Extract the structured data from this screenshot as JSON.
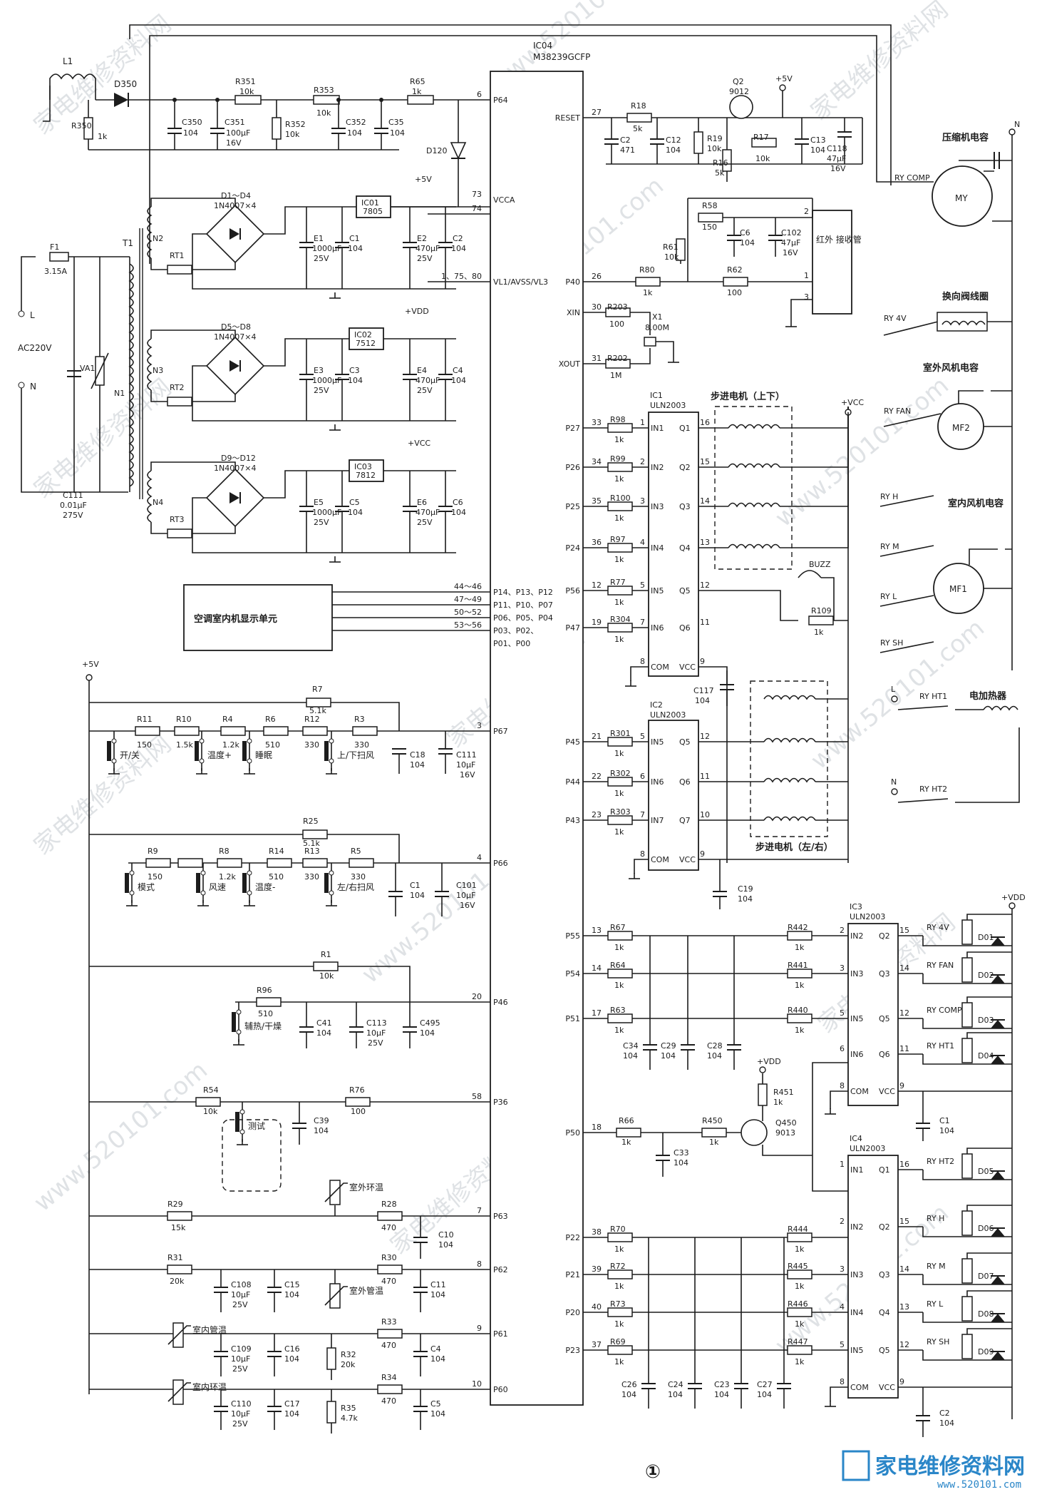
{
  "ic": {
    "mcu_name": "IC04",
    "mcu_part": "M38239GCFP",
    "ic1_name": "IC1",
    "ic1_part": "ULN2003",
    "ic2_name": "IC2",
    "ic2_part": "ULN2003",
    "ic3_name": "IC3",
    "ic3_part": "ULN2003",
    "ic4_name": "IC4",
    "ic4_part": "ULN2003",
    "reg1_name": "IC01",
    "reg1_part": "7805",
    "reg2_name": "IC02",
    "reg2_part": "7512",
    "reg3_name": "IC03",
    "reg3_part": "7812"
  },
  "mcu_pins_left": [
    {
      "num": "6",
      "name": "P64"
    },
    {
      "num": "73",
      "name": "VCCA"
    },
    {
      "num": "74",
      "name": ""
    },
    {
      "num": "1、75、80",
      "name": "VL1/AVSS/VL3"
    },
    {
      "num": "44～46",
      "name": "P14、P13、P12"
    },
    {
      "num": "47～49",
      "name": "P11、P10、P07"
    },
    {
      "num": "50～52",
      "name": "P06、P05、P04"
    },
    {
      "num": "53～56",
      "name": "P03、P02、"
    },
    {
      "num": "",
      "name": "P01、P00"
    },
    {
      "num": "3",
      "name": "P67"
    },
    {
      "num": "4",
      "name": "P66"
    },
    {
      "num": "20",
      "name": "P46"
    },
    {
      "num": "58",
      "name": "P36"
    },
    {
      "num": "7",
      "name": "P63"
    },
    {
      "num": "8",
      "name": "P62"
    },
    {
      "num": "9",
      "name": "P61"
    },
    {
      "num": "10",
      "name": "P60"
    }
  ],
  "mcu_pins_right": [
    {
      "num": "27",
      "name": "RESET"
    },
    {
      "num": "26",
      "name": "P40"
    },
    {
      "num": "30",
      "name": "XIN"
    },
    {
      "num": "31",
      "name": "XOUT"
    },
    {
      "num": "33",
      "name": "P27"
    },
    {
      "num": "34",
      "name": "P26"
    },
    {
      "num": "35",
      "name": "P25"
    },
    {
      "num": "36",
      "name": "P24"
    },
    {
      "num": "12",
      "name": "P56"
    },
    {
      "num": "19",
      "name": "P47"
    },
    {
      "num": "21",
      "name": "P45"
    },
    {
      "num": "22",
      "name": "P44"
    },
    {
      "num": "23",
      "name": "P43"
    },
    {
      "num": "13",
      "name": "P55"
    },
    {
      "num": "14",
      "name": "P54"
    },
    {
      "num": "17",
      "name": "P51"
    },
    {
      "num": "18",
      "name": "P50"
    },
    {
      "num": "38",
      "name": "P22"
    },
    {
      "num": "39",
      "name": "P21"
    },
    {
      "num": "40",
      "name": "P20"
    },
    {
      "num": "37",
      "name": "P23"
    }
  ],
  "ic1_pins": [
    {
      "in_num": "1",
      "in": "IN1",
      "out": "Q1",
      "out_num": "16"
    },
    {
      "in_num": "2",
      "in": "IN2",
      "out": "Q2",
      "out_num": "15"
    },
    {
      "in_num": "3",
      "in": "IN3",
      "out": "Q3",
      "out_num": "14"
    },
    {
      "in_num": "4",
      "in": "IN4",
      "out": "Q4",
      "out_num": "13"
    },
    {
      "in_num": "5",
      "in": "IN5",
      "out": "Q5",
      "out_num": "12"
    },
    {
      "in_num": "7",
      "in": "IN6",
      "out": "Q6",
      "out_num": "11"
    },
    {
      "in_num": "8",
      "in": "COM",
      "out": "VCC",
      "out_num": "9"
    }
  ],
  "ic2_pins": [
    {
      "in_num": "5",
      "in": "IN5",
      "out": "Q5",
      "out_num": "12"
    },
    {
      "in_num": "6",
      "in": "IN6",
      "out": "Q6",
      "out_num": "11"
    },
    {
      "in_num": "7",
      "in": "IN7",
      "out": "Q7",
      "out_num": "10"
    },
    {
      "in_num": "8",
      "in": "COM",
      "out": "VCC",
      "out_num": "9"
    }
  ],
  "ic3_pins": [
    {
      "in_num": "2",
      "in": "IN2",
      "out": "Q2",
      "out_num": "15"
    },
    {
      "in_num": "3",
      "in": "IN3",
      "out": "Q3",
      "out_num": "14"
    },
    {
      "in_num": "5",
      "in": "IN5",
      "out": "Q5",
      "out_num": "12"
    },
    {
      "in_num": "6",
      "in": "IN6",
      "out": "Q6",
      "out_num": "11"
    },
    {
      "in_num": "8",
      "in": "COM",
      "out": "VCC",
      "out_num": "9"
    }
  ],
  "ic4_pins": [
    {
      "in_num": "1",
      "in": "IN1",
      "out": "Q1",
      "out_num": "16"
    },
    {
      "in_num": "2",
      "in": "IN2",
      "out": "Q2",
      "out_num": "15"
    },
    {
      "in_num": "3",
      "in": "IN3",
      "out": "Q3",
      "out_num": "14"
    },
    {
      "in_num": "4",
      "in": "IN4",
      "out": "Q4",
      "out_num": "13"
    },
    {
      "in_num": "5",
      "in": "IN5",
      "out": "Q5",
      "out_num": "12"
    },
    {
      "in_num": "8",
      "in": "COM",
      "out": "VCC",
      "out_num": "9"
    }
  ],
  "power": {
    "L": "L1",
    "D350": "D350",
    "R350": "R350",
    "R350v": "1k",
    "R351": "R351",
    "R351v": "10k",
    "R353": "R353",
    "R353v": "10k",
    "R65": "R65",
    "R65v": "1k",
    "R352": "R352",
    "R352v": "10k",
    "C350": "C350",
    "C350v": "104",
    "C351": "C351",
    "C351v": "100μF",
    "C351v2": "16V",
    "C352": "C352",
    "C352v": "104",
    "C35": "C35",
    "C35v": "104",
    "D120": "D120",
    "F1": "F1",
    "F1v": "3.15A",
    "T1": "T1",
    "VA1": "VA1",
    "ac": "AC220V",
    "Lterm": "L",
    "Nterm": "N",
    "C111": "C111",
    "C111v": "0.01μF",
    "C111v2": "275V",
    "bridge1": "D1～D4",
    "bridge1v": "1N4007×4",
    "bridge2": "D5～D8",
    "bridge2v": "1N4007×4",
    "bridge3": "D9～D12",
    "bridge3v": "1N4007×4",
    "N1": "N1",
    "N2": "N2",
    "N3": "N3",
    "N4": "N4",
    "RT1": "RT1",
    "RT2": "RT2",
    "RT3": "RT3",
    "E1": "E1",
    "E1v": "1000μF",
    "E1v2": "25V",
    "C1": "C1",
    "C1v": "104",
    "E2": "E2",
    "E2v": "470μF",
    "E2v2": "25V",
    "C2": "C2",
    "C2v": "104",
    "E3": "E3",
    "E3v": "1000μF",
    "E3v2": "25V",
    "C3": "C3",
    "C3v": "104",
    "E4": "E4",
    "E4v": "470μF",
    "E4v2": "25V",
    "C4": "C4",
    "C4v": "104",
    "E5": "E5",
    "E5v": "1000μF",
    "E5v2": "25V",
    "C5": "C5",
    "C5v": "104",
    "E6": "E6",
    "E6v": "470μF",
    "E6v2": "25V",
    "C6": "C6",
    "C6v": "104",
    "p5v": "+5V",
    "pvdd": "+VDD",
    "pvcc": "+VCC"
  },
  "display_unit": "空调室内机显示单元",
  "keys": {
    "p5v": "+5V",
    "R7": "R7",
    "R7v": "5.1k",
    "R11": "R11",
    "R11v": "150",
    "R10": "R10",
    "R10v": "1.5k",
    "R4": "R4",
    "R4v": "1.2k",
    "R6": "R6",
    "R6v": "510",
    "R12": "R12",
    "R12v": "330",
    "R3": "R3",
    "R3v": "330",
    "C18": "C18",
    "C18v": "104",
    "C111b": "C111",
    "C111bv": "10μF",
    "C111bv2": "16V",
    "k_power": "开/关",
    "k_temp_up": "温度+",
    "k_sleep": "睡眠",
    "k_swing_ud": "上/下扫风",
    "R25": "R25",
    "R25v": "5.1k",
    "R9": "R9",
    "R9v": "150",
    "R8": "R8",
    "R8v": "1.2k",
    "R14": "R14",
    "R14v": "510",
    "R13": "R13",
    "R13v": "330",
    "R5": "R5",
    "R5v": "330",
    "C1k": "C1",
    "C1kv": "104",
    "C101": "C101",
    "C101v": "10μF",
    "C101v2": "16V",
    "k_mode": "模式",
    "k_fan": "风速",
    "k_temp_dn": "温度-",
    "k_swing_lr": "左/右扫风",
    "R1": "R1",
    "R1v": "10k",
    "R96": "R96",
    "R96v": "510",
    "C41": "C41",
    "C41v": "104",
    "C113": "C113",
    "C113v": "10μF",
    "C113v2": "25V",
    "C495": "C495",
    "C495v": "104",
    "k_heat": "辅热/干燥",
    "R54": "R54",
    "R54v": "10k",
    "R76": "R76",
    "R76v": "100",
    "C39": "C39",
    "C39v": "104",
    "k_test": "测试"
  },
  "sensors": {
    "R29": "R29",
    "R29v": "15k",
    "R28": "R28",
    "R28v": "470",
    "C10": "C10",
    "C10v": "104",
    "s_out_amb": "室外环温",
    "R31": "R31",
    "R31v": "20k",
    "C108": "C108",
    "C108v": "10μF",
    "C108v2": "25V",
    "C15": "C15",
    "C15v": "104",
    "R30": "R30",
    "R30v": "470",
    "C11": "C11",
    "C11v": "104",
    "s_out_pipe": "室外管温",
    "s_in_pipe": "室内管温",
    "C109": "C109",
    "C109v": "10μF",
    "C109v2": "25V",
    "C16": "C16",
    "C16v": "104",
    "R32": "R32",
    "R32v": "20k",
    "R33": "R33",
    "R33v": "470",
    "C4s": "C4",
    "C4sv": "104",
    "s_in_amb": "室内环温",
    "C110": "C110",
    "C110v": "10μF",
    "C110v2": "25V",
    "C17": "C17",
    "C17v": "104",
    "R35": "R35",
    "R35v": "4.7k",
    "R34": "R34",
    "R34v": "470",
    "C5s": "C5",
    "C5sv": "104"
  },
  "reset": {
    "p5v": "+5V",
    "R18": "R18",
    "R18v": "5k",
    "C2": "C2",
    "C2v": "471",
    "C12": "C12",
    "C12v": "104",
    "R19": "R19",
    "R19v": "10k",
    "R16": "R16",
    "R16v": "5k",
    "Q2": "Q2",
    "Q2v": "9012",
    "R17": "R17",
    "R17v": "10k",
    "C13": "C13",
    "C13v": "104",
    "C118": "C118",
    "C118v": "47μF",
    "C118v2": "16V"
  },
  "ir": {
    "R58": "R58",
    "R58v": "150",
    "C6": "C6",
    "C6v": "104",
    "C102": "C102",
    "C102v": "47μF",
    "C102v2": "16V",
    "R61": "R61",
    "R61v": "10k",
    "R80": "R80",
    "R80v": "1k",
    "R62": "R62",
    "R62v": "100",
    "receiver": "红外 接收管",
    "pin1": "1",
    "pin2": "2",
    "pin3": "3"
  },
  "clock": {
    "R203": "R203",
    "R203v": "100",
    "R202": "R202",
    "R202v": "1M",
    "X1": "X1",
    "X1v": "8.00M"
  },
  "drivers": {
    "R98": "R98",
    "R99": "R99",
    "R100": "R100",
    "R97": "R97",
    "R77": "R77",
    "R304": "R304",
    "R301": "R301",
    "R302": "R302",
    "R303": "R303",
    "v1k": "1k",
    "stepper_ud": "步进电机（上下）",
    "stepper_lr": "步进电机（左/右）",
    "buzz": "BUZZ",
    "R109": "R109",
    "R109v": "1k",
    "C117": "C117",
    "C117v": "104",
    "C19": "C19",
    "C19v": "104",
    "pvcc": "+VCC"
  },
  "relays": {
    "R67": "R67",
    "R64": "R64",
    "R63": "R63",
    "R66": "R66",
    "R442": "R442",
    "R441": "R441",
    "R440": "R440",
    "R450": "R450",
    "R451": "R451",
    "Q450": "Q450",
    "Q450v": "9013",
    "pvdd": "+VDD",
    "C34": "C34",
    "C29": "C29",
    "C28": "C28",
    "C33": "C33",
    "C1r": "C1",
    "v104": "104",
    "R70": "R70",
    "R72": "R72",
    "R73": "R73",
    "R69": "R69",
    "R444": "R444",
    "R445": "R445",
    "R446": "R446",
    "R447": "R447",
    "C26": "C26",
    "C24": "C24",
    "C23": "C23",
    "C27": "C27",
    "C2r": "C2",
    "ry4v": "RY 4V",
    "ryfan": "RY FAN",
    "rycomp": "RY COMP",
    "ryht1": "RY HT1",
    "ryht2": "RY HT2",
    "ryh": "RY H",
    "rym": "RY M",
    "ryl": "RY L",
    "rysh": "RY SH",
    "d01": "D01",
    "d02": "D02",
    "d03": "D03",
    "d04": "D04",
    "d05": "D05",
    "d06": "D06",
    "d07": "D07",
    "d08": "D08",
    "d09": "D09"
  },
  "loads": {
    "comp_cap": "压缩机电容",
    "my": "MY",
    "ry_comp": "RY COMP",
    "valve": "换向阀线圈",
    "ry_4v": "RY 4V",
    "out_fan_cap": "室外风机电容",
    "ry_fan": "RY FAN",
    "mf2": "MF2",
    "in_fan_cap": "室内风机电容",
    "mf1": "MF1",
    "ry_h": "RY H",
    "ry_m": "RY M",
    "ry_l": "RY L",
    "ry_sh": "RY SH",
    "heater": "电加热器",
    "ry_ht1": "RY HT1",
    "ry_ht2": "RY HT2",
    "L": "L",
    "N": "N"
  },
  "figure_number": "①",
  "watermark": {
    "main": "家电维修资料网",
    "url": "www.520101.com",
    "logo": "家电维修资料网",
    "logo_url": "www.520101.com"
  }
}
